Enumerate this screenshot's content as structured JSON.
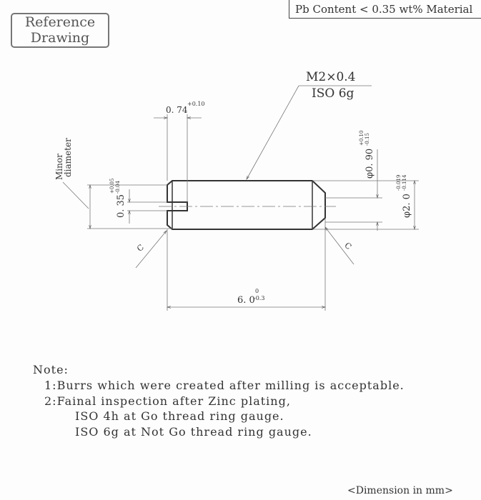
{
  "header": {
    "reference_line1": "Reference",
    "reference_line2": "Drawing",
    "material": "Pb Content < 0.35 wt% Material"
  },
  "drawing": {
    "thread_line1": "M2×0.4",
    "thread_line2": "ISO 6g",
    "slot_width": "0. 74",
    "slot_width_tol": "+0.10",
    "minor_diameter_line1": "Minor",
    "minor_diameter_line2": "diameter",
    "slot_depth": "0. 35",
    "slot_depth_tol_upper": "+0.05",
    "slot_depth_tol_lower": "-0.04",
    "point_dia": "φ0. 90",
    "point_dia_tol_upper": "+0.10",
    "point_dia_tol_lower": "-0.15",
    "major_dia": "φ2. 0",
    "major_dia_tol_upper": "-0.019",
    "major_dia_tol_lower": "-0.114",
    "length": "6. 0",
    "length_tol_upper": "0",
    "length_tol_lower": "-0.3",
    "chamfer_left": "C",
    "chamfer_right": "C"
  },
  "notes": {
    "title": "Note:",
    "items": [
      "1:Burrs which were created after milling is acceptable.",
      "2:Fainal inspection after Zinc plating,",
      "ISO 4h at Go thread ring gauge.",
      "ISO 6g at Not Go thread ring gauge."
    ]
  },
  "footer": {
    "units": "<Dimension in mm>"
  }
}
